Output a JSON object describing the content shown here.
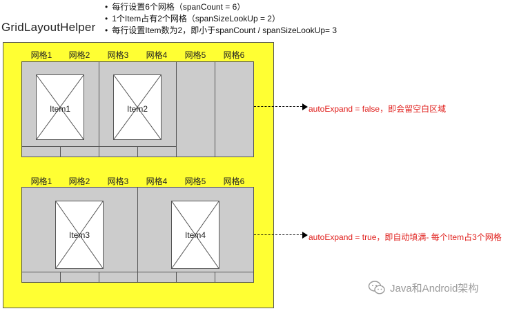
{
  "notes": {
    "bullets": [
      "每行设置6个网格（spanCount = 6）",
      "1个Item占有2个网格（spanSizeLookUp = 2）",
      "每行设置Item数为2，即小于spanCount / spanSizeLookUp= 3"
    ]
  },
  "diagram": {
    "title": "GridLayoutHelper",
    "columns": [
      "网格1",
      "网格2",
      "网格3",
      "网格4",
      "网格5",
      "网格6"
    ],
    "row1": {
      "items": [
        "Item1",
        "Item2"
      ],
      "annotation": "autoExpand = false，即会留空白区域"
    },
    "row2": {
      "items": [
        "Item3",
        "Item4"
      ],
      "annotation": "autoExpand = true，即自动填满- 每个Item占3个网格"
    }
  },
  "watermark": {
    "text": "Java和Android架构",
    "icon": "wechat-icon"
  },
  "colors": {
    "frame": "#ffff33",
    "cell": "#cccccc",
    "annotation": "#e0201d"
  }
}
